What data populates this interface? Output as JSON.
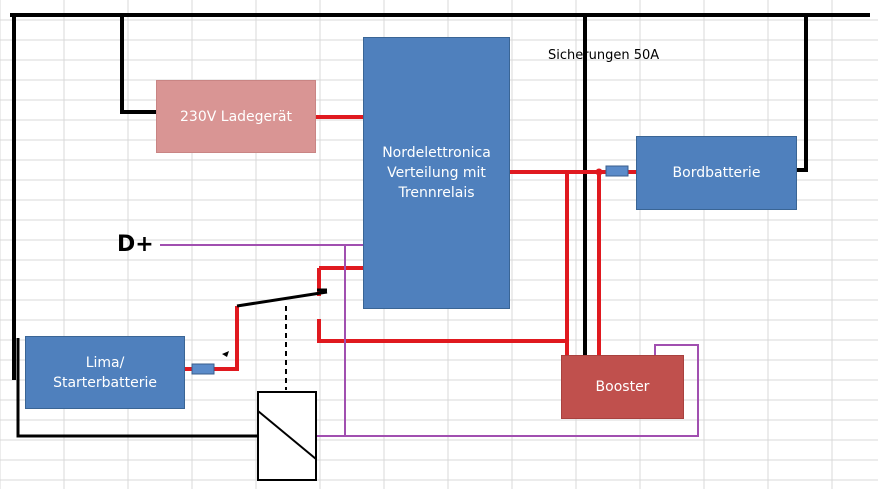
{
  "components": {
    "charger": "230V Ladegerät",
    "distribution": "Nordelettronica Verteilung mit Trennrelais",
    "house_battery": "Bordbatterie",
    "alternator_battery": "Lima/ Starterbatterie",
    "booster": "Booster"
  },
  "labels": {
    "fuses": "Sicherungen 50A",
    "d_plus": "D+"
  },
  "colors": {
    "ground": "#000000",
    "positive": "#e0191f",
    "d_plus_signal": "#a14fb0",
    "box_blue": "#4f80bd",
    "charger_fill": "#d99594",
    "booster_fill": "#c0504d",
    "fuse": "#5b8bc9",
    "grid": "#d9d9d9"
  }
}
